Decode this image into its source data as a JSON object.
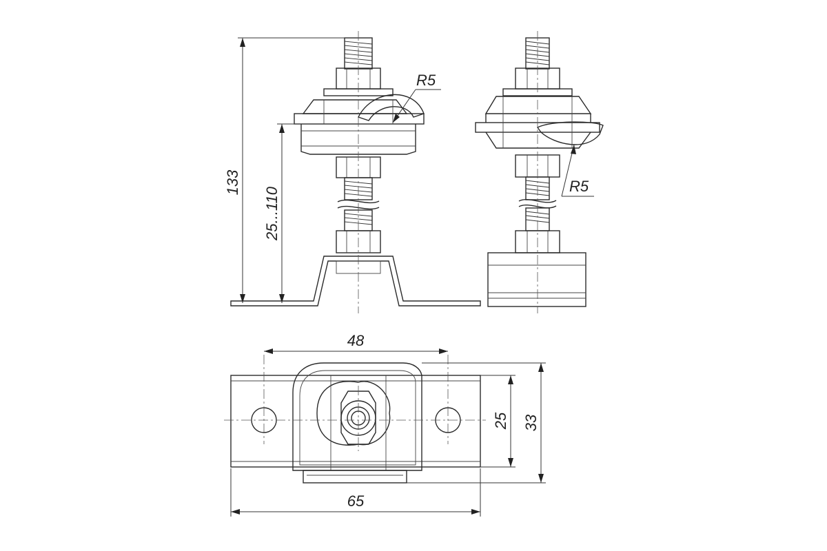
{
  "dimensions": {
    "total_height": "133",
    "adjust_range": "25...110",
    "radius_front": "R5",
    "radius_side": "R5",
    "hole_spacing": "48",
    "inner_width": "25",
    "outer_width": "33",
    "base_length": "65"
  }
}
